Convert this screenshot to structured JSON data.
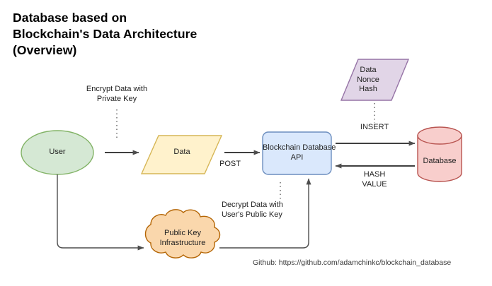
{
  "title": {
    "line1": "Database based on",
    "line2": "Blockchain's Data Architecture",
    "line3": "(Overview)",
    "full": "Database based on\nBlockchain's Data Architecture\n(Overview)"
  },
  "nodes": {
    "user": {
      "label": "User",
      "shape": "ellipse",
      "fill": "#d5e8d4",
      "stroke": "#82b366"
    },
    "data": {
      "label": "Data",
      "shape": "parallelogram",
      "fill": "#fff2cc",
      "stroke": "#d6b656"
    },
    "api": {
      "label": "Blockchain Database\nAPI",
      "line1": "Blockchain Database",
      "line2": "API",
      "shape": "rounded-rectangle",
      "fill": "#dae8fc",
      "stroke": "#6c8ebf"
    },
    "data_nonce_hash": {
      "label": "Data\nNonce\nHash",
      "line1": "Data",
      "line2": "Nonce",
      "line3": "Hash",
      "shape": "parallelogram",
      "fill": "#e1d5e7",
      "stroke": "#9673a6"
    },
    "database": {
      "label": "Database",
      "shape": "cylinder",
      "fill": "#f8cecc",
      "stroke": "#b85450"
    },
    "pki": {
      "label": "Public Key\nInfrastructure",
      "line1": "Public Key",
      "line2": "Infrastructure",
      "shape": "cloud",
      "fill": "#fad7ac",
      "stroke": "#b46504"
    }
  },
  "edge_labels": {
    "encrypt": {
      "line1": "Encrypt Data with",
      "line2": "Private Key",
      "full": "Encrypt Data with\nPrivate Key"
    },
    "post": "POST",
    "insert": "INSERT",
    "hash_value": {
      "line1": "HASH",
      "line2": "VALUE",
      "full": "HASH\nVALUE"
    },
    "decrypt": {
      "line1": "Decrypt Data with",
      "line2": "User's Public Key",
      "full": "Decrypt Data with\nUser's Public Key"
    }
  },
  "footer": {
    "text": "Github: https://github.com/adamchinkc/blockchain_database"
  },
  "colors": {
    "edge_stroke": "#4d4d4d",
    "background": "#ffffff",
    "text": "#222222"
  }
}
